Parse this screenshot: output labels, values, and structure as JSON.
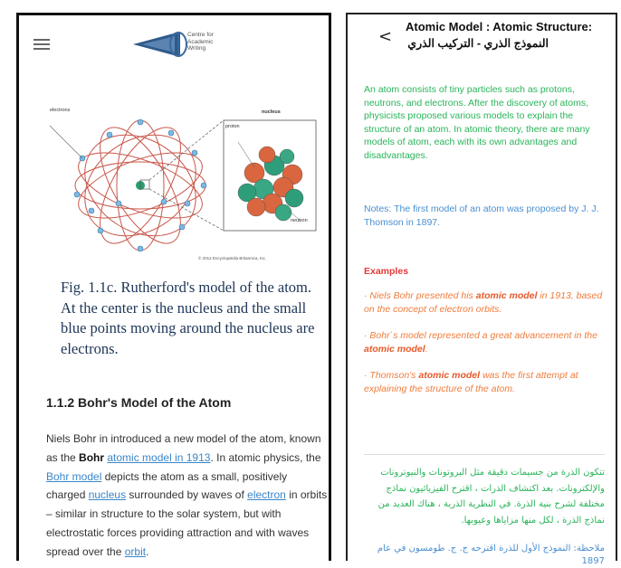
{
  "left": {
    "logo_lines": [
      "Centre for",
      "Academic",
      "Writing"
    ],
    "figure_labels": {
      "electrons": "electrons",
      "nucleus": "nucleus",
      "proton": "proton",
      "neutron": "neutron",
      "credit": "© 2012 Encyclopædia Britannica, Inc."
    },
    "caption": "Fig. 1.1c. Rutherford's model of the atom. At the center is the nucleus and the small blue points moving around the nucleus are electrons.",
    "section_title": "1.1.2 Bohr's Model of the Atom",
    "body": {
      "t1": "Niels Bohr in introduced a new model of the atom, known as the ",
      "bold1": "Bohr",
      "link1": "atomic model in 1913",
      "t2": ". In atomic physics, the ",
      "link2": "Bohr model",
      "t3": " depicts the atom as a small, positively charged ",
      "link3": "nucleus",
      "t4": " surrounded by waves of ",
      "link4": "electron",
      "t5": " in orbits – similar in structure to the solar system, but with electrostatic forces providing attraction and with waves spread over the ",
      "link5": "orbit",
      "t6": "."
    }
  },
  "right": {
    "back_label": "<",
    "title_en": "Atomic Model : Atomic Structure:",
    "title_ar": "النموذج الذري - التركيب الذري",
    "intro": "An atom consists of tiny particles such as protons, neutrons, and electrons. After the discovery of atoms, physicists proposed various models to explain the structure of an atom. In atomic theory, there are many models of atom, each with its own advantages and disadvantages.",
    "notes": "Notes: The first model of an atom was proposed by J. J. Thomson in 1897.",
    "examples_heading": "Examples",
    "examples": [
      {
        "pre": "·   Niels Bohr presented his ",
        "bold": "atomic model",
        "post": " in 1913, based on the concept of electron orbits."
      },
      {
        "pre": "·   Bohr`s model represented a great advancement in the ",
        "bold": "atomic model",
        "post": "."
      },
      {
        "pre": "·   Thomson's ",
        "bold": "atomic model",
        "post": " was the first attempt at explaining the structure of the atom."
      }
    ],
    "arabic_para": "تتكون الذرة من جسيمات دقيقة مثل البروتونات والنيوترونات والإلكترونات. بعد اكتشاف الذرات ، اقترح الفيزيائيون نماذج مختلفة لشرح بنية الذرة. في النظرية الذرية ، هناك العديد من نماذج الذرة ، لكل منها مزاياها وعيوبها.",
    "arabic_note": "ملاحظة: النموذج الأول للذرة اقترحه ج. ج. طومسون في عام 1897"
  },
  "colors": {
    "green": "#2ab45a",
    "blue": "#4a8fd0",
    "red": "#e53935",
    "orange": "#f07c3c",
    "caption": "#1d3557"
  },
  "icons": [
    "hamburger-menu-icon",
    "caw-logo-icon",
    "back-chevron-icon"
  ]
}
